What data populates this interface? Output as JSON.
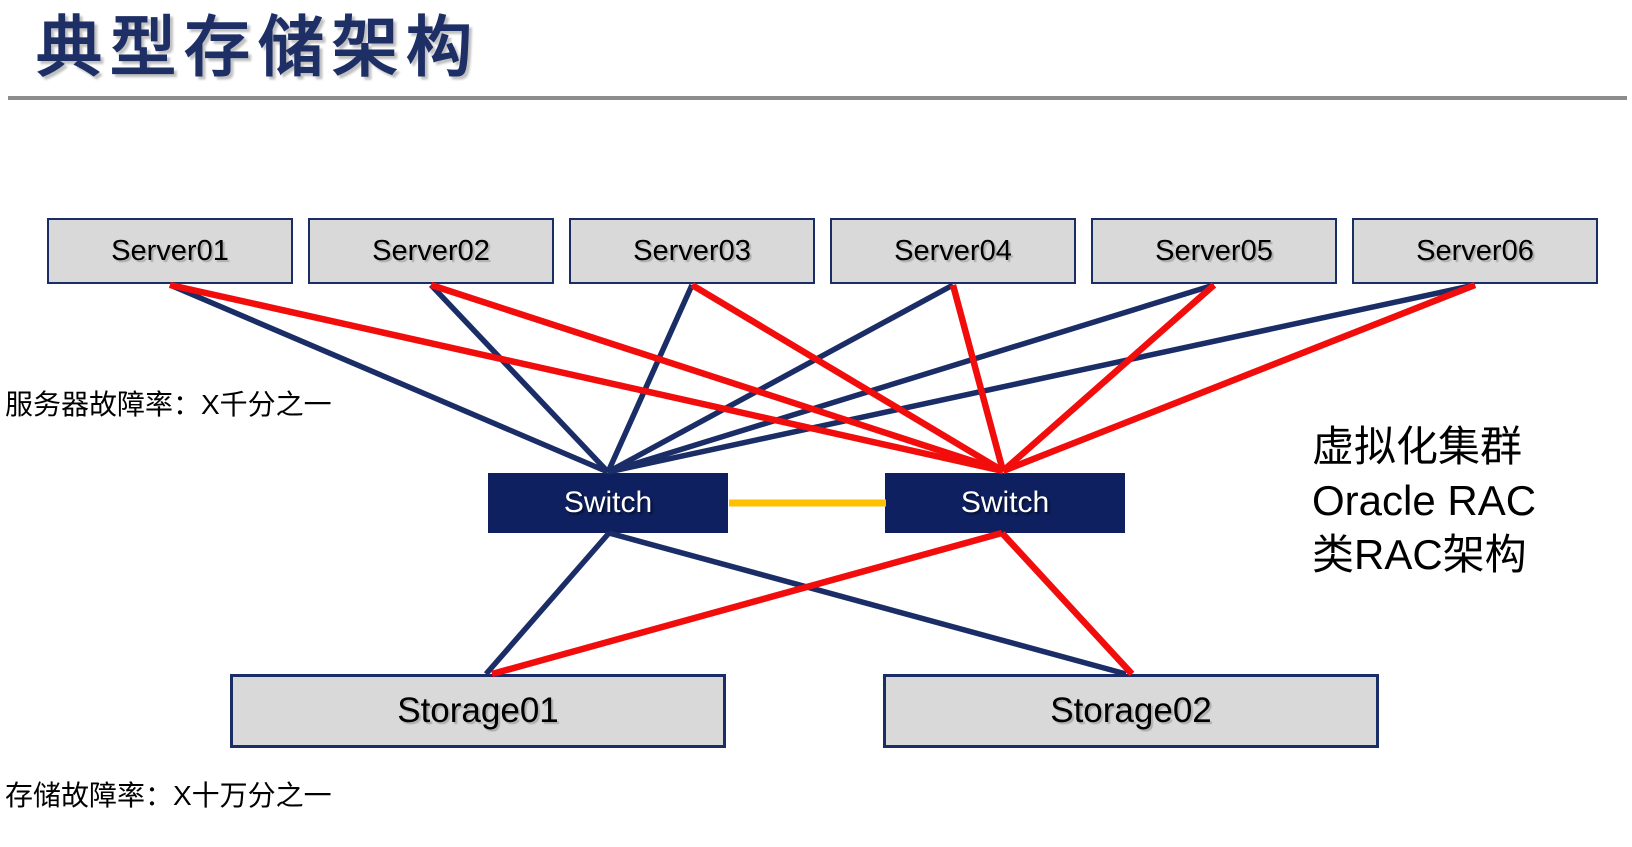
{
  "page": {
    "title": "典型存储架构"
  },
  "colors": {
    "navy": "#1b2d66",
    "switch_fill": "#0e2060",
    "red": "#f20d0d",
    "orange": "#ffc000",
    "box_fill": "#d9d9d9",
    "title_color": "#1e2f66",
    "rule_color": "#8c8c8c",
    "text_color": "#000000"
  },
  "servers": [
    {
      "id": "server01",
      "label": "Server01"
    },
    {
      "id": "server02",
      "label": "Server02"
    },
    {
      "id": "server03",
      "label": "Server03"
    },
    {
      "id": "server04",
      "label": "Server04"
    },
    {
      "id": "server05",
      "label": "Server05"
    },
    {
      "id": "server06",
      "label": "Server06"
    }
  ],
  "switches": [
    {
      "id": "switch-left",
      "label": "Switch"
    },
    {
      "id": "switch-right",
      "label": "Switch"
    }
  ],
  "storages": [
    {
      "id": "storage01",
      "label": "Storage01"
    },
    {
      "id": "storage02",
      "label": "Storage02"
    }
  ],
  "annotations": {
    "server_failure_rate": "服务器故障率：X千分之一",
    "storage_failure_rate": "存储故障率：X十万分之一",
    "cluster_note": [
      "虚拟化集群",
      "Oracle RAC",
      "类RAC架构"
    ]
  },
  "edges": [
    {
      "from": "server01",
      "to": "switch-left",
      "color": "navy"
    },
    {
      "from": "server02",
      "to": "switch-left",
      "color": "navy"
    },
    {
      "from": "server03",
      "to": "switch-left",
      "color": "navy"
    },
    {
      "from": "server04",
      "to": "switch-left",
      "color": "navy"
    },
    {
      "from": "server05",
      "to": "switch-left",
      "color": "navy"
    },
    {
      "from": "server06",
      "to": "switch-left",
      "color": "navy"
    },
    {
      "from": "server01",
      "to": "switch-right",
      "color": "red"
    },
    {
      "from": "server02",
      "to": "switch-right",
      "color": "red"
    },
    {
      "from": "server03",
      "to": "switch-right",
      "color": "red"
    },
    {
      "from": "server04",
      "to": "switch-right",
      "color": "red"
    },
    {
      "from": "server05",
      "to": "switch-right",
      "color": "red"
    },
    {
      "from": "server06",
      "to": "switch-right",
      "color": "red"
    },
    {
      "from": "switch-left",
      "to": "switch-right",
      "color": "orange"
    },
    {
      "from": "switch-left",
      "to": "storage01",
      "color": "navy"
    },
    {
      "from": "switch-left",
      "to": "storage02",
      "color": "navy"
    },
    {
      "from": "switch-right",
      "to": "storage01",
      "color": "red"
    },
    {
      "from": "switch-right",
      "to": "storage02",
      "color": "red"
    }
  ]
}
